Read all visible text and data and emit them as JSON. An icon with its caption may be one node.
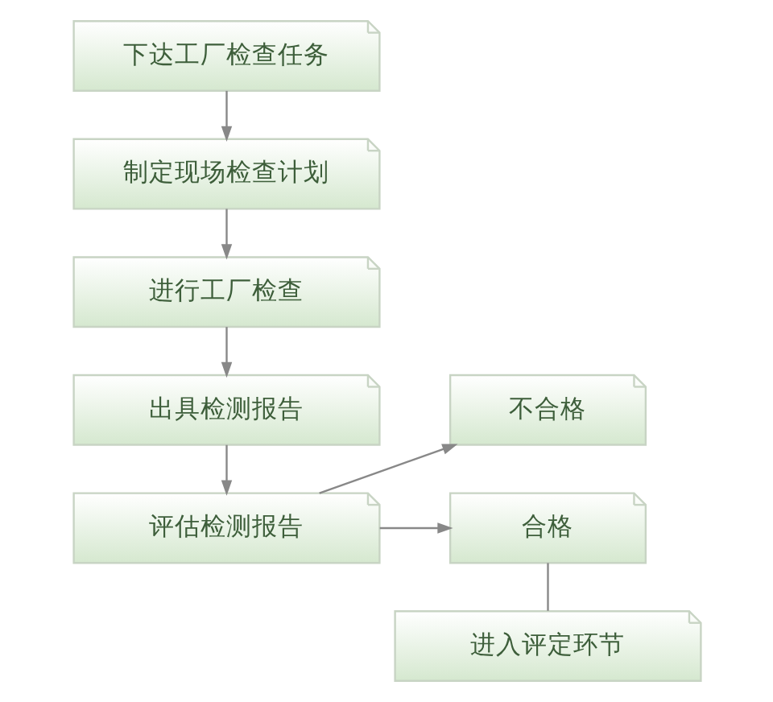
{
  "diagram": {
    "nodes": [
      {
        "text": [
          "下达工厂检查任务"
        ]
      },
      {
        "text": [
          "制定现场检查计划"
        ]
      },
      {
        "text": [
          "进行工厂检查"
        ]
      },
      {
        "text": [
          "出具检测报告"
        ]
      },
      {
        "text": [
          "评估检测报告"
        ]
      },
      {
        "text": [
          "不合格"
        ]
      },
      {
        "text": [
          "合格"
        ]
      },
      {
        "text": [
          "进入评定环节"
        ]
      }
    ],
    "edges": [
      {
        "from": 0,
        "to": 1,
        "arrow": "to"
      },
      {
        "from": 1,
        "to": 2,
        "arrow": "to"
      },
      {
        "from": 2,
        "to": 3,
        "arrow": "to"
      },
      {
        "from": 3,
        "to": 4,
        "arrow": "to"
      },
      {
        "from": 4,
        "to": 5,
        "arrow": "to"
      },
      {
        "from": 4,
        "to": 6,
        "arrow": "to"
      },
      {
        "from": 6,
        "to": 7,
        "arrow": "none"
      }
    ]
  }
}
